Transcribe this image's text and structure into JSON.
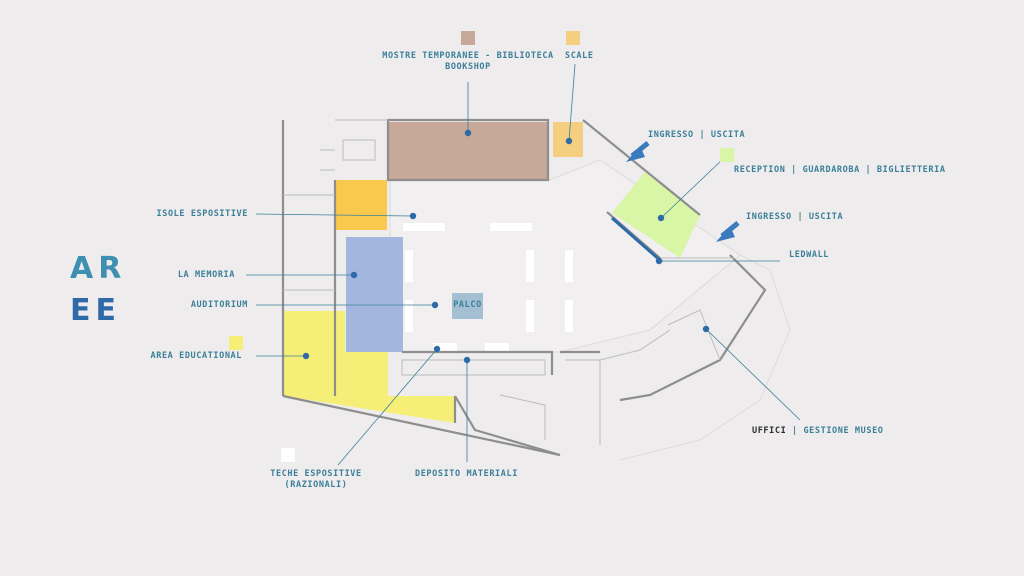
{
  "title": {
    "line1": "AR",
    "line2": "EE",
    "color1": "#3f8fb0",
    "color2": "#2e6aa8"
  },
  "labels": {
    "mostre": "MOSTRE TEMPORANEE - BIBLIOTECA",
    "bookshop": "BOOKSHOP",
    "scale": "SCALE",
    "ingresso1": "INGRESSO | USCITA",
    "reception": "RECEPTION | GUARDAROBA | BIGLIETTERIA",
    "ingresso2": "INGRESSO | USCITA",
    "ledwall": "LEDWALL",
    "isole": "ISOLE ESPOSITIVE",
    "memoria": "LA MEMORIA",
    "auditorium": "AUDITORIUM",
    "palco": "PALCO",
    "educational": "AREA EDUCATIONAL",
    "uffici": "UFFICI",
    "gestione": " | GESTIONE MUSEO",
    "teche1": "TECHE ESPOSITIVE",
    "teche2": "(RAZIONALI)",
    "deposito": "DEPOSITO MATERIALI"
  },
  "colors": {
    "mostre": "#c8a898",
    "scale": "#f5cf80",
    "reception": "#d9f5a6",
    "auditorium": "#a3b6de",
    "educational": "#f5ef78",
    "palco": "#a5bfd2",
    "teche": "#ffffff",
    "isole": "#f9c94e",
    "dot": "#2e6aa8",
    "arrow": "#3a7bc0"
  }
}
